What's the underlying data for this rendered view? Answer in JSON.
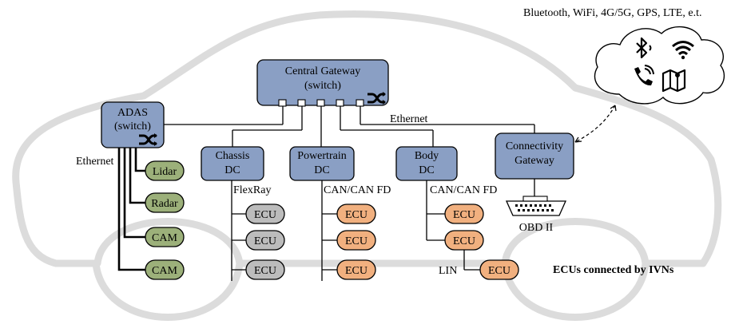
{
  "top_label": "Bluetooth, WiFi, 4G/5G, GPS, LTE, e.t.",
  "central_gateway": {
    "line1": "Central Gateway",
    "line2": "(switch)"
  },
  "adas": {
    "line1": "ADAS",
    "line2": "(switch)"
  },
  "domain_controllers": {
    "chassis": {
      "line1": "Chassis",
      "line2": "DC"
    },
    "powertrain": {
      "line1": "Powertrain",
      "line2": "DC"
    },
    "body": {
      "line1": "Body",
      "line2": "DC"
    }
  },
  "connectivity_gateway": {
    "line1": "Connectivity",
    "line2": "Gateway"
  },
  "bus_labels": {
    "ethernet_top": "Ethernet",
    "ethernet_left": "Ethernet",
    "flexray": "FlexRay",
    "can_powertrain": "CAN/CAN FD",
    "can_body": "CAN/CAN FD",
    "lin": "LIN"
  },
  "sensors": [
    "Lidar",
    "Radar",
    "CAM",
    "CAM"
  ],
  "ecu_label": "ECU",
  "obd_label": "OBD II",
  "caption": "ECUs connected by IVNs",
  "icons": [
    "bluetooth-icon",
    "wifi-icon",
    "phone-icon",
    "map-icon",
    "switch-icon",
    "obd-connector-icon"
  ],
  "colors": {
    "gateway": "#8a9fc4",
    "ecu_chassis": "#bcbcbc",
    "ecu_powertrain_body": "#f1b07f",
    "sensor": "#9cb07a"
  }
}
